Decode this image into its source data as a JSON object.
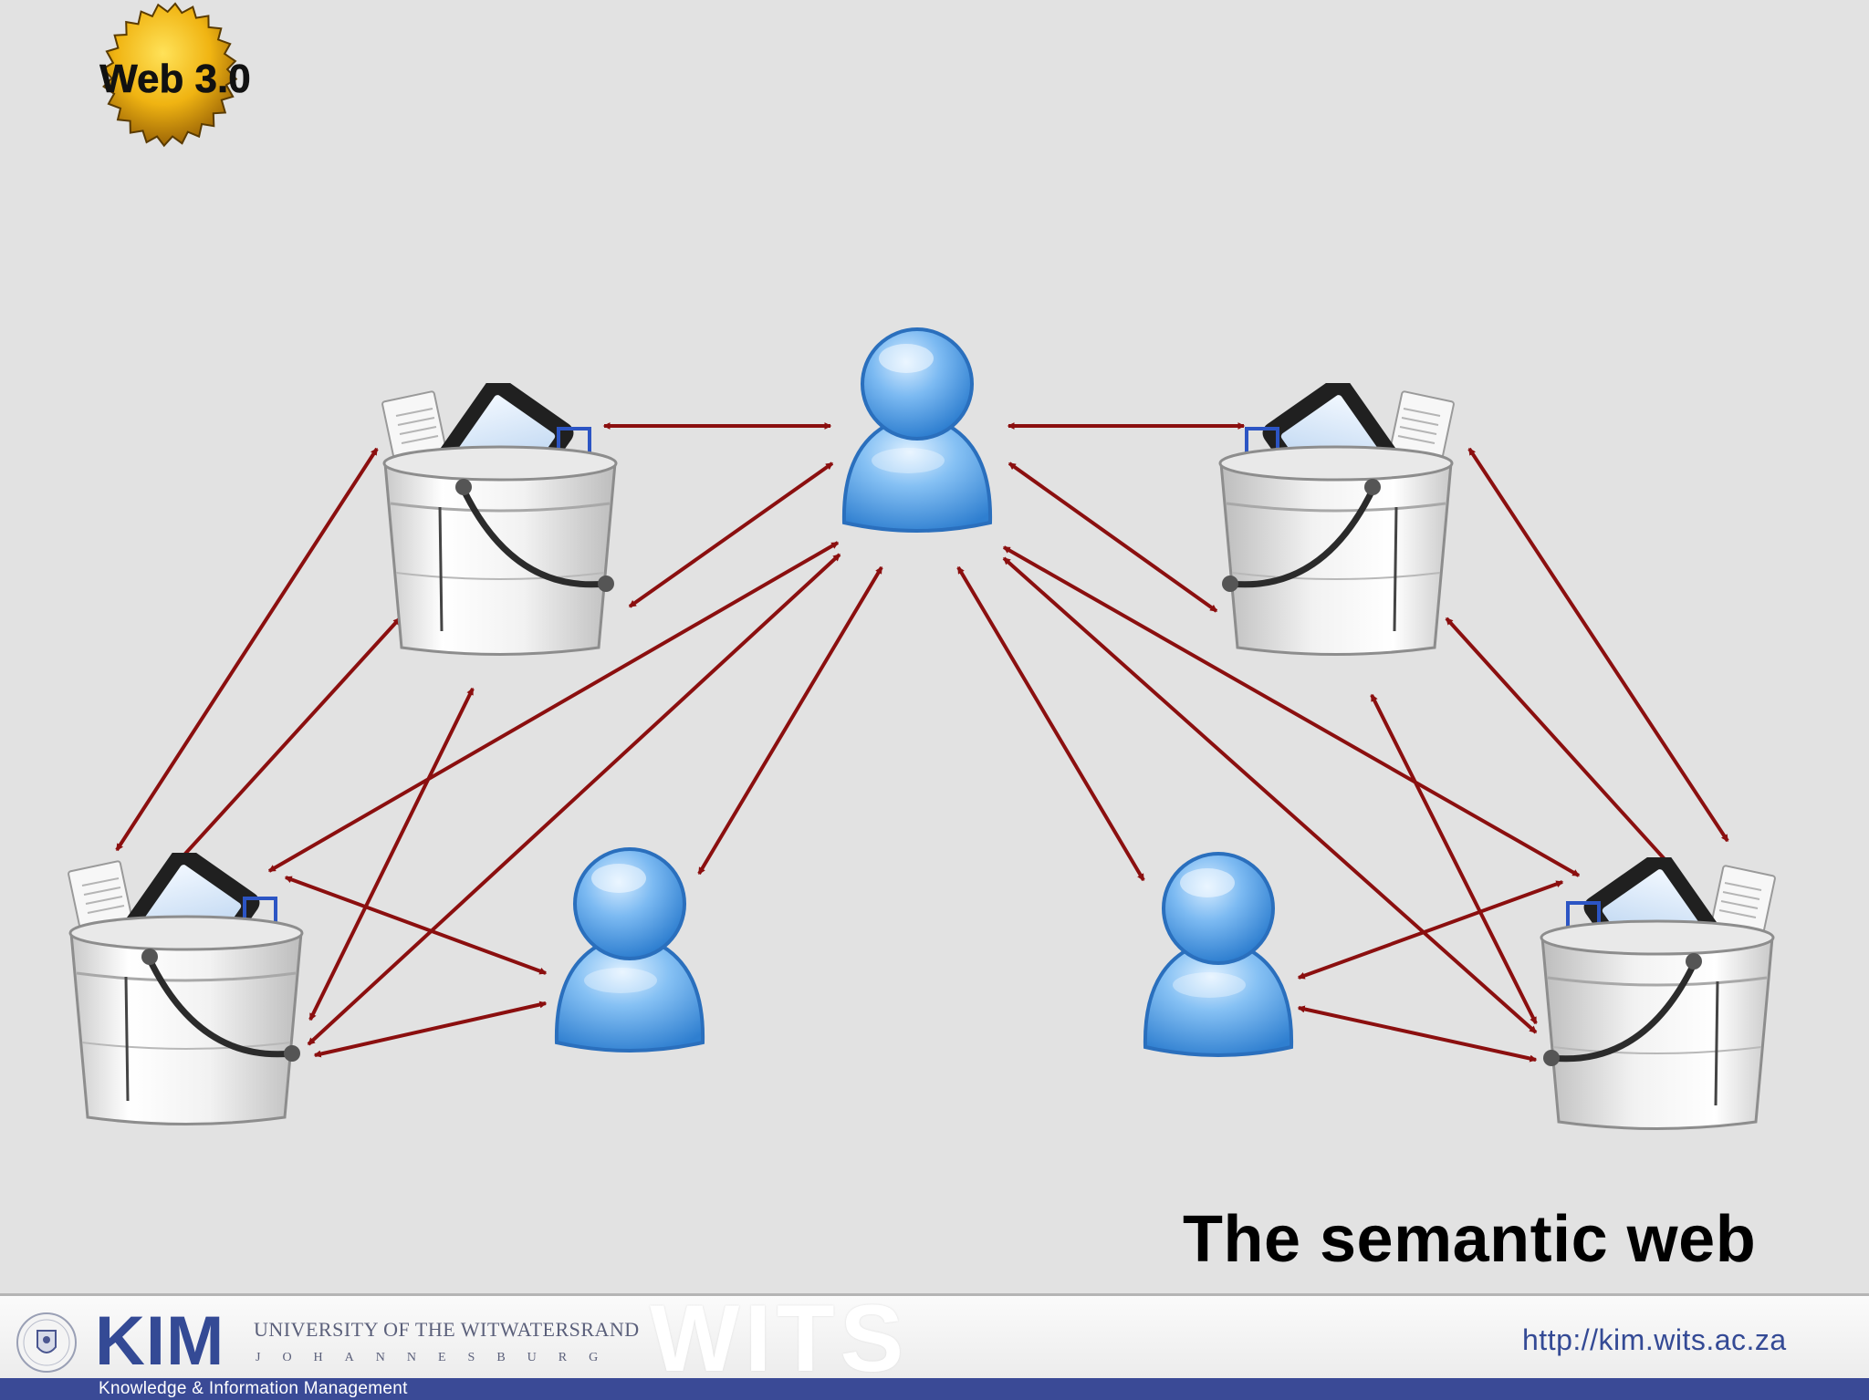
{
  "badge": {
    "text": "Web 3.0"
  },
  "title": "The semantic web",
  "diagram": {
    "nodes": [
      {
        "id": "user-top",
        "kind": "user"
      },
      {
        "id": "bucket-top-left",
        "kind": "bucket"
      },
      {
        "id": "bucket-top-right",
        "kind": "bucket"
      },
      {
        "id": "bucket-bottom-left",
        "kind": "bucket"
      },
      {
        "id": "bucket-bottom-right",
        "kind": "bucket"
      },
      {
        "id": "user-bottom-left",
        "kind": "user"
      },
      {
        "id": "user-bottom-right",
        "kind": "user"
      }
    ],
    "connection_color": "#8b0f0f",
    "connection_type": "bidirectional-arrow",
    "user_color": "#5aa2e6",
    "bucket_contents": [
      "document-icon",
      "media-player-icon",
      "music-note-icon"
    ]
  },
  "footer": {
    "logo": "KIM",
    "university": "UNIVERSITY OF THE WITWATERSRAND",
    "city": "JOHANNESBURG",
    "watermark": "WITS",
    "url": "http://kim.wits.ac.za",
    "tagline": "Knowledge & Information Management",
    "crest_icon": "university-crest-icon",
    "brand_color": "#344a95"
  }
}
